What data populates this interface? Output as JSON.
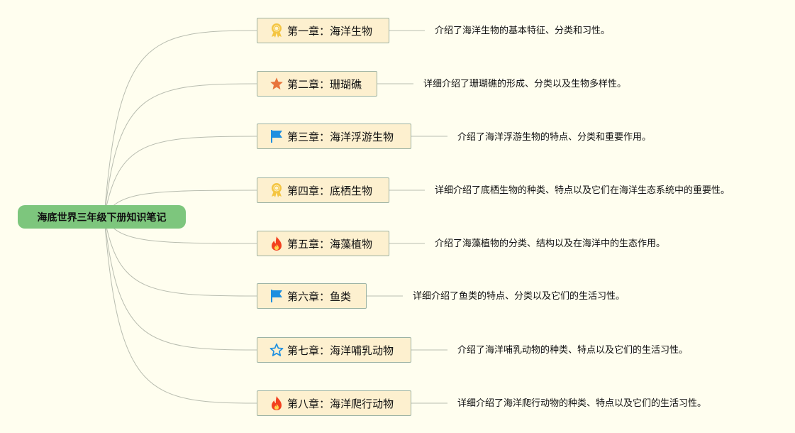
{
  "root": {
    "title": "海底世界三年级下册知识笔记"
  },
  "chapters": [
    {
      "label": "第一章：海洋生物",
      "icon": "award-ribbon-icon",
      "description": "介绍了海洋生物的基本特征、分类和习性。"
    },
    {
      "label": "第二章：珊瑚礁",
      "icon": "star-icon",
      "description": "详细介绍了珊瑚礁的形成、分类以及生物多样性。"
    },
    {
      "label": "第三章：海洋浮游生物",
      "icon": "flag-icon",
      "description": "介绍了海洋浮游生物的特点、分类和重要作用。"
    },
    {
      "label": "第四章：底栖生物",
      "icon": "award-ribbon-icon",
      "description": "详细介绍了底栖生物的种类、特点以及它们在海洋生态系统中的重要性。"
    },
    {
      "label": "第五章：海藻植物",
      "icon": "fire-icon",
      "description": "介绍了海藻植物的分类、结构以及在海洋中的生态作用。"
    },
    {
      "label": "第六章：鱼类",
      "icon": "flag-icon",
      "description": "详细介绍了鱼类的特点、分类以及它们的生活习性。"
    },
    {
      "label": "第七章：海洋哺乳动物",
      "icon": "star-outline-icon",
      "description": "介绍了海洋哺乳动物的种类、特点以及它们的生活习性。"
    },
    {
      "label": "第八章：海洋爬行动物",
      "icon": "fire-icon",
      "description": "详细介绍了海洋爬行动物的种类、特点以及它们的生活习性。"
    }
  ],
  "colors": {
    "background": "#fffeef",
    "root_fill": "#7dc67d",
    "chapter_fill": "#fdf0cf",
    "chapter_border": "#9cb2a3",
    "connector": "#b9bdb0",
    "award": "#f4c542",
    "star": "#e8743b",
    "flag": "#1e8fe0",
    "fire": "#f2401f",
    "star_outline": "#1e8fe0"
  }
}
